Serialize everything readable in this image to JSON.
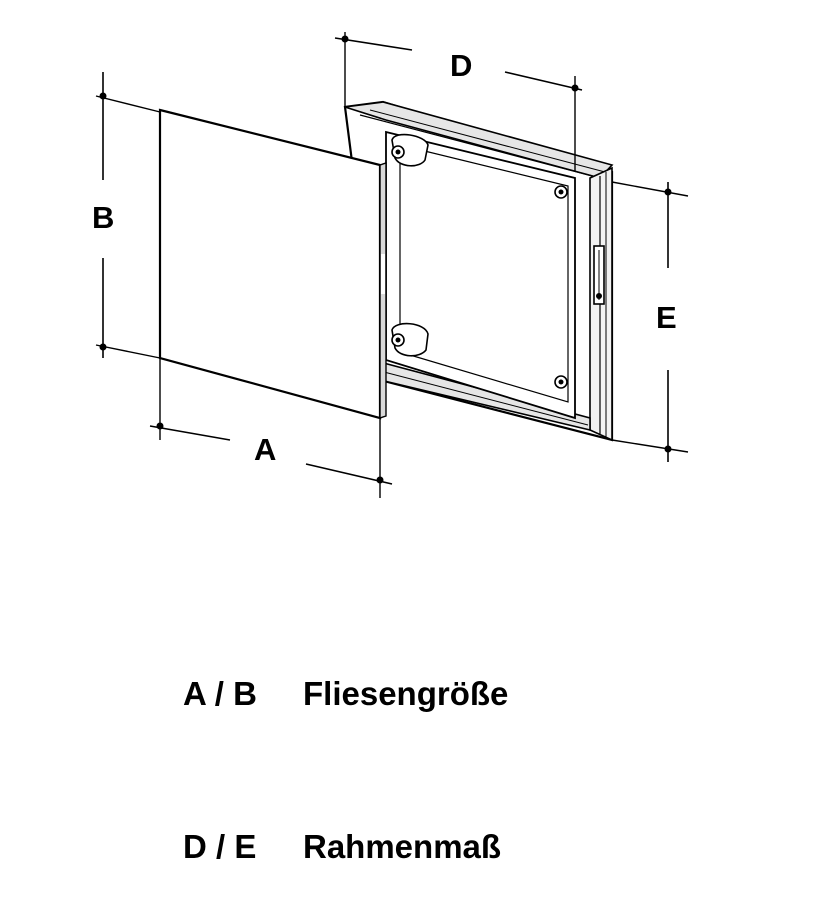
{
  "dimensions": {
    "a": "A",
    "b": "B",
    "d": "D",
    "e": "E"
  },
  "legend": [
    {
      "keys": "A / B",
      "text": "Fliesengröße"
    },
    {
      "keys": "D / E",
      "text": "Rahmenmaß"
    }
  ],
  "colors": {
    "ink": "#000000",
    "background": "#ffffff",
    "frame_shade": "#e6e6e6"
  }
}
